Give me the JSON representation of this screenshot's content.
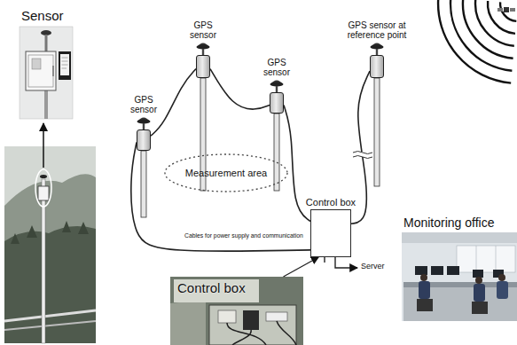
{
  "diagram": {
    "nodes": [
      {
        "text": [
          "Sensor"
        ]
      },
      {
        "text": [
          "GPS sensor"
        ]
      },
      {
        "text": [
          "GPS sensor"
        ]
      },
      {
        "text": [
          "GPS sensor"
        ]
      },
      {
        "text": [
          "GPS sensor at reference point"
        ]
      },
      {
        "text": [
          "Measurement area"
        ]
      },
      {
        "text": [
          "Control box"
        ]
      },
      {
        "text": [
          "Monitoring office"
        ]
      },
      {
        "text": [
          "Control box"
        ]
      }
    ],
    "edges": [
      {
        "from": 1,
        "to": 2,
        "arrow": "none"
      },
      {
        "from": 2,
        "to": 3,
        "arrow": "none"
      },
      {
        "from": 3,
        "to": 6,
        "arrow": "none"
      },
      {
        "from": 1,
        "to": 6,
        "arrow": "none"
      },
      {
        "from": 4,
        "to": 6,
        "arrow": "none"
      },
      {
        "from": 8,
        "to": 6,
        "arrow": "to"
      }
    ],
    "labels": [
      "Cables for power supply and communication",
      "Server"
    ]
  }
}
